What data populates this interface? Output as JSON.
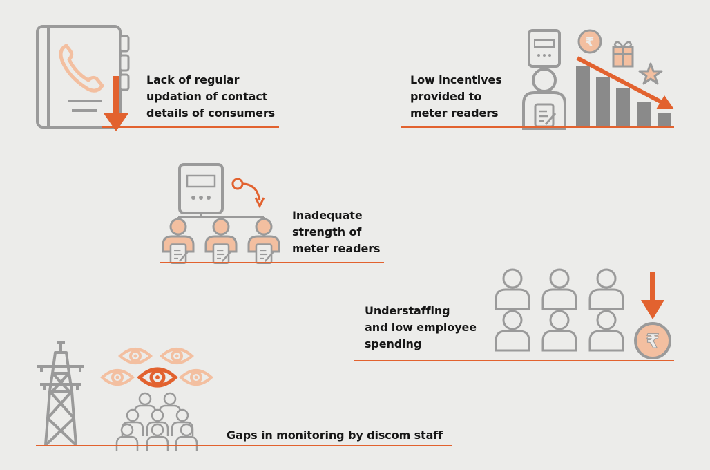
{
  "colors": {
    "accent": "#e2622f",
    "peach": "#f3bfa0",
    "peach_light": "#f6d3bf",
    "grey": "#9a9a9a",
    "grey_dark": "#8a8a8a",
    "background": "#ececea",
    "text": "#161616"
  },
  "factors": [
    {
      "id": "contact",
      "icon": "contact-book-icon",
      "lines": [
        "Lack of regular",
        "updation of contact",
        "details of consumers"
      ]
    },
    {
      "id": "incentives",
      "icon": "declining-incentives-icon",
      "lines": [
        "Low incentives",
        "provided to",
        "meter readers"
      ]
    },
    {
      "id": "strength",
      "icon": "meter-readers-group-icon",
      "lines": [
        "Inadequate",
        "strength of",
        "meter readers"
      ]
    },
    {
      "id": "understaffing",
      "icon": "staff-rupee-icon",
      "lines": [
        "Understaffing",
        "and low employee",
        "spending"
      ]
    },
    {
      "id": "monitoring",
      "icon": "tower-monitoring-icon",
      "lines": [
        "Gaps in monitoring by discom staff"
      ]
    }
  ],
  "currency_symbol": "₹"
}
